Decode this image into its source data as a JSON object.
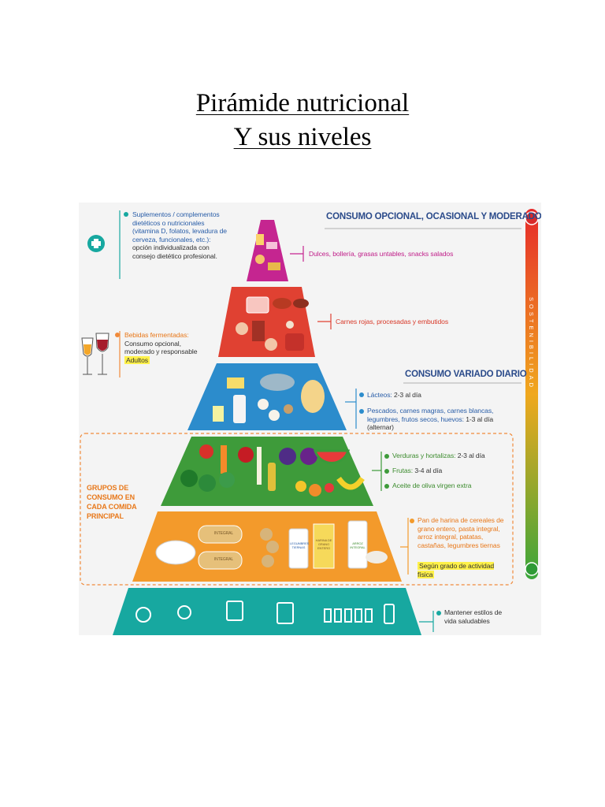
{
  "document": {
    "title_line1": "Pirámide nutricional",
    "title_line2": "Y sus niveles"
  },
  "figure": {
    "header_optional": "CONSUMO OPCIONAL, OCASIONAL Y MODERADO",
    "header_daily": "CONSUMO VARIADO DIARIO",
    "side_bar_word": "SOSTENIBILIDAD",
    "side_bar_minus": "−",
    "side_bar_plus": "+",
    "supplements": {
      "title": "Suplementos / complementos dietéticos o nutricionales (vitamina D, folatos, levadura de cerveza, funcionales, etc.):",
      "text": "opción individualizada con consejo dietético profesional."
    },
    "fermented": {
      "title": "Bebidas fermentadas:",
      "text": "Consumo opcional, moderado y responsable",
      "badge": "Adultos"
    },
    "main_groups": "GRUPOS DE CONSUMO EN CADA COMIDA PRINCIPAL",
    "level_sweets": "Dulces, bollería, grasas untables, snacks salados",
    "level_meats": "Carnes rojas, procesadas y embutidos",
    "dairy": {
      "label": "Lácteos:",
      "value": "2-3 al día"
    },
    "proteins": {
      "label": "Pescados, carnes magras, carnes blancas, legumbres, frutos secos, huevos:",
      "value": "1-3 al día (alternar)"
    },
    "vegetables": {
      "label": "Verduras y hortalizas:",
      "value": "2-3 al día"
    },
    "fruits": {
      "label": "Frutas:",
      "value": "3-4 al día"
    },
    "olive_oil": {
      "label": "Aceite de oliva virgen extra"
    },
    "cereals": {
      "text": "Pan de harina de cereales de grano entero, pasta integral, arroz integral, patatas, castañas, legumbres tiernas",
      "badge": "Según grado de actividad física"
    },
    "lifestyle": "Mantener estilos de vida saludables",
    "pkg_integral_1": "INTEGRAL",
    "pkg_integral_2": "INTEGRAL",
    "pkg_legumbres": "LEGUMBRES TIERNAS",
    "pkg_harina": "HARINA DE GRANO ENTERO",
    "pkg_arroz": "ARROZ INTEGRAL",
    "colors": {
      "pink": "#c52590",
      "red": "#e04132",
      "blue": "#2c8ccc",
      "green": "#3e9b3a",
      "orange": "#f39a2b",
      "teal": "#17a8a0"
    }
  }
}
